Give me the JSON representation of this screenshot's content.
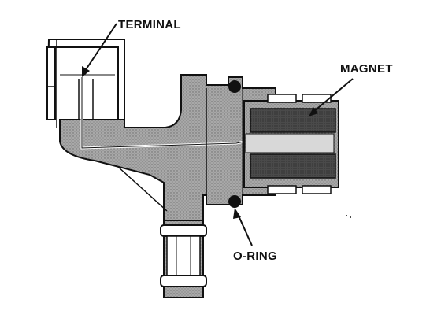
{
  "labels": {
    "terminal": "TERMINAL",
    "magnet": "MAGNET",
    "o_ring": "O-RING"
  },
  "colors": {
    "ink": "#111111",
    "body_shade": "#9a9a9a",
    "magnet_shade": "#505050",
    "background": "#ffffff"
  }
}
